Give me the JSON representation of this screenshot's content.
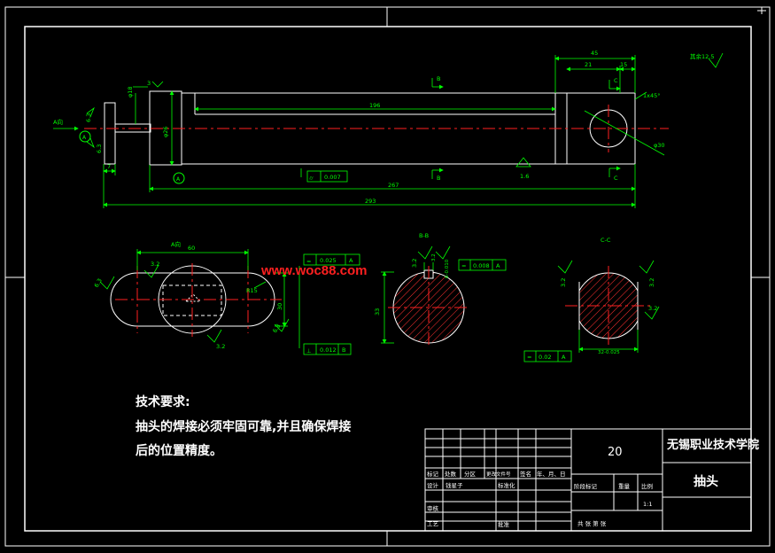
{
  "colors": {
    "background": "#000000",
    "frame": "#ffffff",
    "geometry": "#ffffff",
    "dimension": "#00ff00",
    "centerline": "#ff2020",
    "watermark": "#ff2020"
  },
  "watermark": "www.woc88.com",
  "roughness_top_right": "其余12.5",
  "main_view": {
    "view_a_arrow": "A向",
    "marker_a": "A",
    "dim_45": "45",
    "dim_21": "21",
    "dim_15": "15",
    "dim_196": "196",
    "dim_267": "267",
    "dim_293": "293",
    "dim_7": "7",
    "dim_phi26": "φ26",
    "dim_1x45": "1x45°",
    "dim_phi30": "φ30",
    "dim_phi18": "φ18",
    "rough_left_1": "6.3",
    "rough_left_2": "6.3",
    "rough_left_3": "3",
    "rough_bottom": "1.6",
    "section_b_top": "B",
    "section_b_bottom": "B",
    "section_c_top": "C",
    "section_c_bottom": "C",
    "tol_symbol": "⌭",
    "tol_value": "0.007"
  },
  "view_a": {
    "title": "A向",
    "dim_60": "60",
    "dim_r15": "R15",
    "dim_30": "30",
    "rough_1": "6.3",
    "rough_2": "3.2",
    "rough_3": "3.2",
    "rough_4": "6.3",
    "tol_1_symbol": "=",
    "tol_1_value": "0.025",
    "tol_1_datum": "A",
    "tol_2_symbol": "⊥",
    "tol_2_value": "0.012",
    "tol_2_datum": "B"
  },
  "section_b": {
    "title": "B-B",
    "dim_33": "33",
    "rough_1": "3.2",
    "rough_2": "3.2",
    "dim_top": "6-0.010",
    "tol_symbol": "=",
    "tol_value": "0.008",
    "tol_datum": "A"
  },
  "section_c": {
    "title": "C-C",
    "dim_32": "32-0.025",
    "rough_1": "3.2",
    "rough_2": "3.2",
    "rough_3": "3.2",
    "tol_symbol": "=",
    "tol_value": "0.02",
    "tol_datum": "A"
  },
  "tech_req": {
    "title": "技术要求:",
    "line1": "抽头的焊接必须牢固可靠,并且确保焊接",
    "line2": "后的位置精度。"
  },
  "title_block": {
    "number": "20",
    "school": "无锡职业技术学院",
    "part_name": "抽头",
    "row_headers": [
      "标记",
      "处数",
      "分区",
      "更改文件号",
      "签名",
      "年、月、日"
    ],
    "design_label": "设计",
    "designer": "钱星子",
    "std_label": "标准化",
    "stage_label": "阶段标记",
    "weight_label": "重量",
    "scale_label": "比例",
    "scale_value": "1:1",
    "review_label": "审核",
    "process_label": "工艺",
    "approve_label": "批准",
    "sheets_label": "共  张  第  张"
  }
}
